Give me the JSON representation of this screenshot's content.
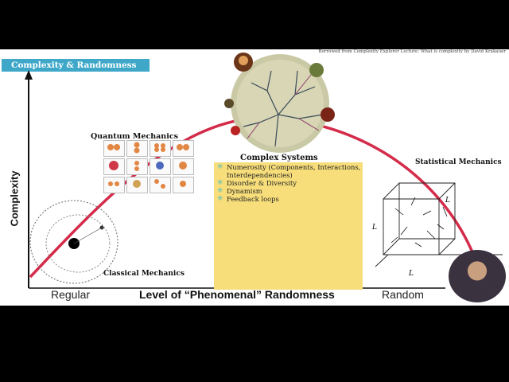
{
  "slide": {
    "title": "Complexity & Randomness",
    "credit": "Borrowed from Complexity Explorer Lecture: What is complexity by David Krakauer",
    "labels": {
      "quantum": "Quantum Mechanics",
      "classical": "Classical Mechanics",
      "complex": "Complex Systems",
      "statistical": "Statistical Mechanics"
    },
    "complex_features": [
      "Numerosity (Components, Interactions, Interdependencies)",
      "Disorder & Diversity",
      "Dynamism",
      "Feedback loops"
    ],
    "axes": {
      "y_label": "Complexity",
      "x_label": "Level of “Phenomenal” Randomness",
      "x_left": "Regular",
      "x_right": "Random"
    },
    "colors": {
      "title_bg": "#3fa8c9",
      "curve": "#d42b4a",
      "box": "#f7de7b"
    }
  },
  "icons": [
    "complexity-tree-image",
    "orbitals-image",
    "orbit-diagram-image",
    "cube-particles-image",
    "presenter-webcam"
  ]
}
